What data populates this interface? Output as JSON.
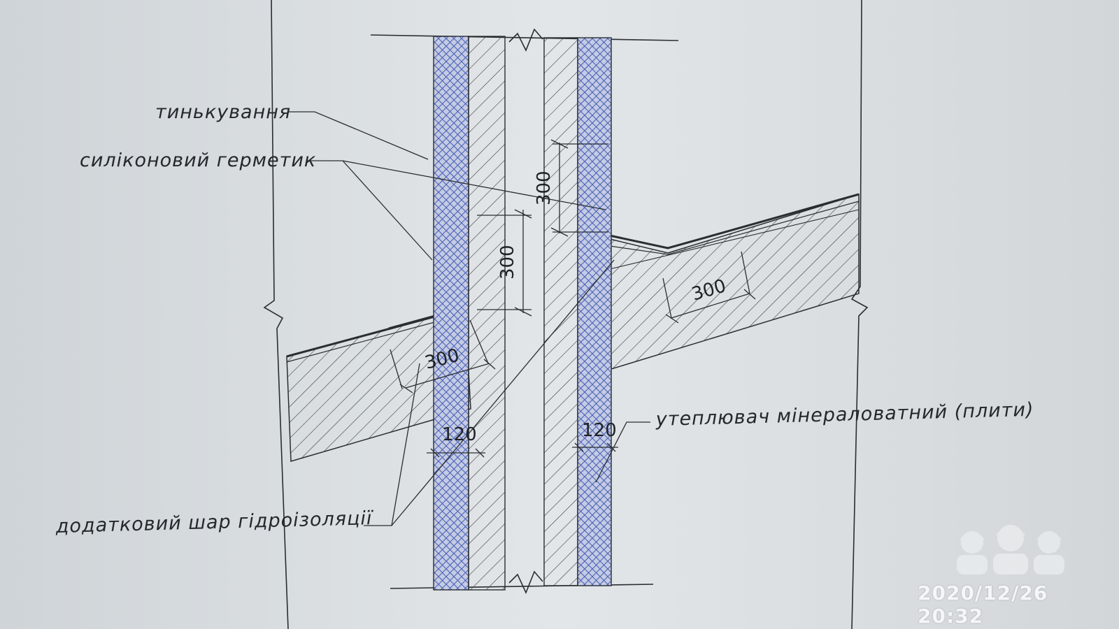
{
  "labels": {
    "plaster": "тинькування",
    "sealant": "силіконовий герметик",
    "insulation": "утеплювач мінераловатний (плити)",
    "waterproofing": "додатковий шар гідроізоляції"
  },
  "dimensions": {
    "left_vertical": "300",
    "right_vertical": "300",
    "left_slope": "300",
    "right_slope": "300",
    "left_thickness": "120",
    "right_thickness": "120"
  },
  "photo_stamp": "2020/12/26 20:32",
  "colors": {
    "paper": "#d9dde0",
    "ink": "#2a2d31",
    "insulation_hatch": "#4b62b8",
    "insulation_fill": "#c4cbe3"
  }
}
